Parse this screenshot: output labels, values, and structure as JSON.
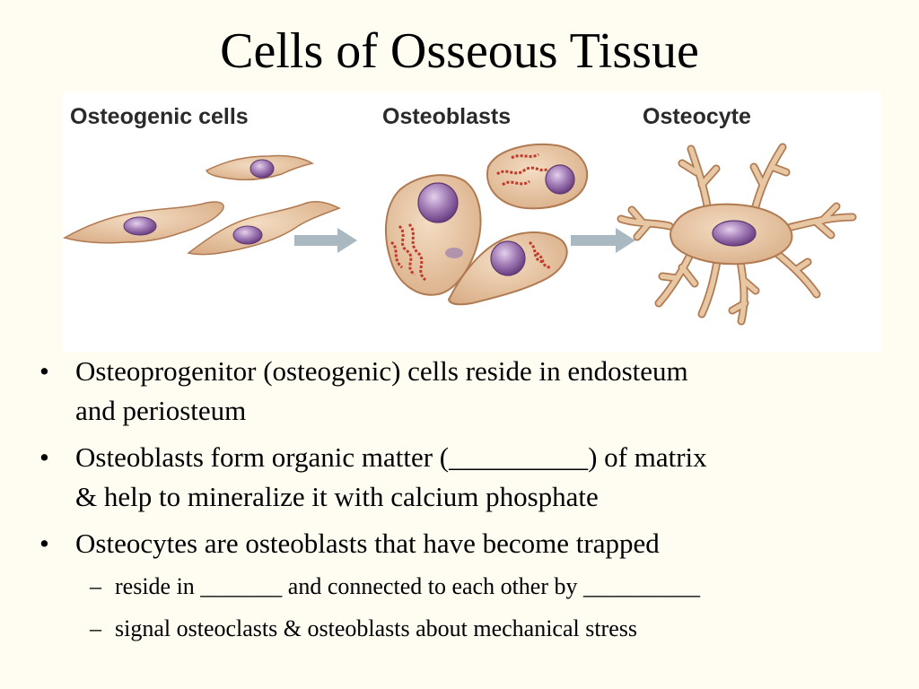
{
  "slide": {
    "title": "Cells of Osseous Tissue"
  },
  "figure": {
    "labels": {
      "osteogenic": "Osteogenic cells",
      "osteoblasts": "Osteoblasts",
      "osteocyte": "Osteocyte"
    },
    "colors": {
      "cytoplasm": "#e8c8a4",
      "membrane": "#b07a52",
      "nucleus": "#8a5a9c",
      "er": "#c0392b",
      "arrow": "#aab8c2"
    }
  },
  "bullets": [
    {
      "marker": "•",
      "line1": "Osteoprogenitor (osteogenic) cells reside in endosteum",
      "line2": "and periosteum"
    },
    {
      "marker": "•",
      "line1": "Osteoblasts form organic matter (__________) of matrix",
      "line2": "& help to mineralize it with calcium phosphate"
    },
    {
      "marker": "•",
      "line1": "Osteocytes are osteoblasts that have become trapped"
    }
  ],
  "subbullets": [
    {
      "marker": "–",
      "text": "reside in _______ and connected to each other by __________"
    },
    {
      "marker": "–",
      "text": "signal osteoclasts & osteoblasts about mechanical stress"
    }
  ]
}
